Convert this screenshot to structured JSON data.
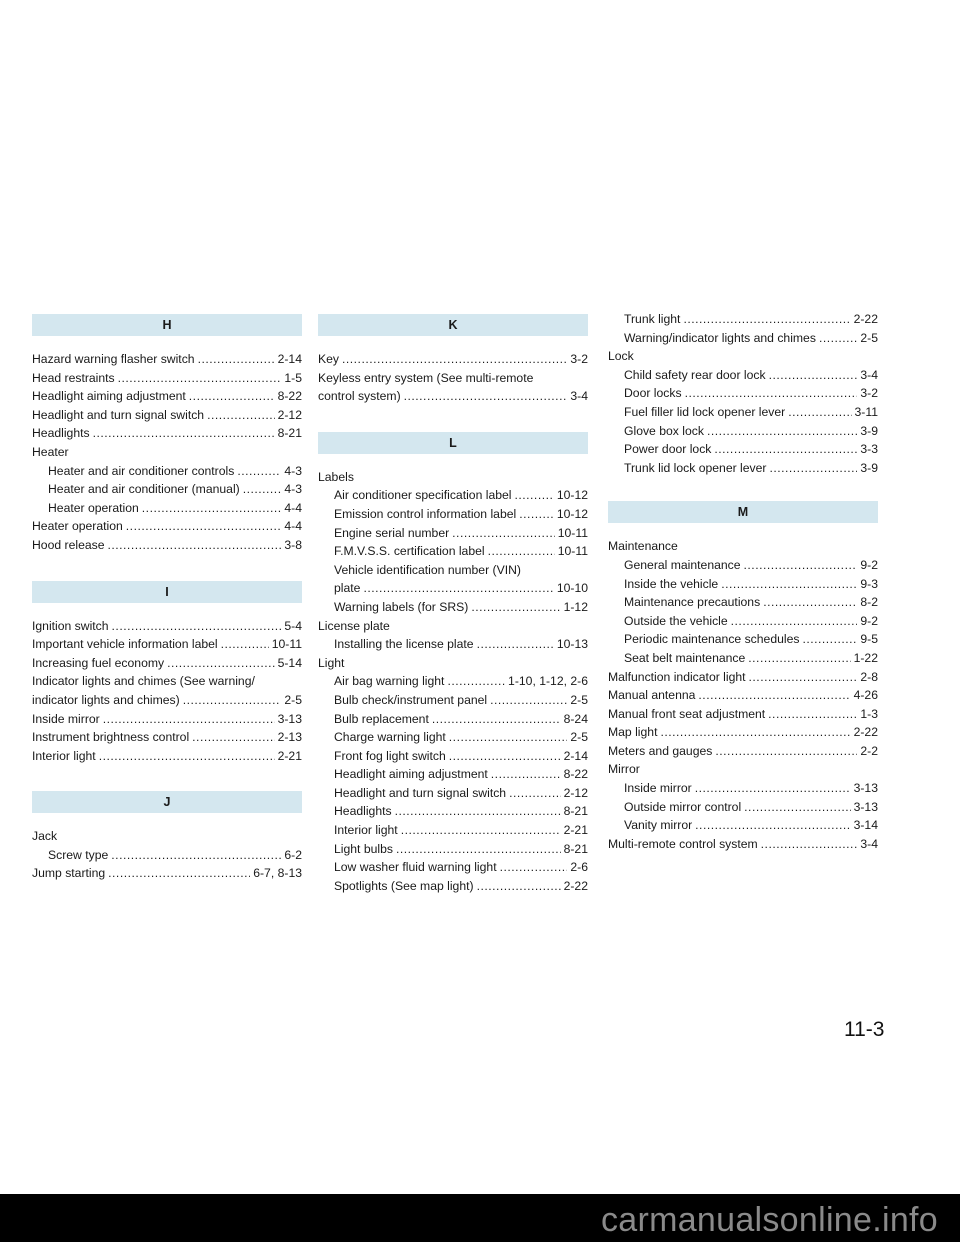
{
  "colors": {
    "band": "#d4e7ef",
    "watermark_bg": "#000000",
    "watermark_text": "#8a8a8a"
  },
  "sections": {
    "h": {
      "letter": "H",
      "e1": {
        "t": "Hazard warning flasher switch",
        "p": "2-14"
      },
      "e2": {
        "t": "Head restraints",
        "p": "1-5"
      },
      "e3": {
        "t": "Headlight aiming adjustment",
        "p": "8-22"
      },
      "e4": {
        "t": "Headlight and turn signal switch",
        "p": "2-12"
      },
      "e5": {
        "t": "Headlights",
        "p": "8-21"
      },
      "e6": {
        "t": "Heater"
      },
      "e7": {
        "t": "Heater and air conditioner controls",
        "p": "4-3"
      },
      "e8": {
        "t": "Heater and air conditioner (manual)",
        "p": "4-3"
      },
      "e9": {
        "t": "Heater operation",
        "p": "4-4"
      },
      "e10": {
        "t": "Heater operation",
        "p": "4-4"
      },
      "e11": {
        "t": "Hood release",
        "p": "3-8"
      }
    },
    "i": {
      "letter": "I",
      "e1": {
        "t": "Ignition switch",
        "p": "5-4"
      },
      "e2": {
        "t": "Important vehicle information label",
        "p": "10-11"
      },
      "e3": {
        "t": "Increasing fuel economy",
        "p": "5-14"
      },
      "e4a": "Indicator lights and chimes (See warning/",
      "e4": {
        "t": "indicator lights and chimes)",
        "p": "2-5"
      },
      "e5": {
        "t": "Inside mirror",
        "p": "3-13"
      },
      "e6": {
        "t": "Instrument brightness control",
        "p": "2-13"
      },
      "e7": {
        "t": "Interior light",
        "p": "2-21"
      }
    },
    "j": {
      "letter": "J",
      "e1": {
        "t": "Jack"
      },
      "e2": {
        "t": "Screw type",
        "p": "6-2"
      },
      "e3": {
        "t": "Jump starting",
        "p": "6-7, 8-13"
      }
    },
    "k": {
      "letter": "K",
      "e1": {
        "t": "Key",
        "p": "3-2"
      },
      "e2a": "Keyless entry system (See multi-remote",
      "e2": {
        "t": "control system)",
        "p": "3-4"
      }
    },
    "l": {
      "letter": "L",
      "e1": {
        "t": "Labels"
      },
      "e2": {
        "t": "Air conditioner specification label",
        "p": "10-12"
      },
      "e3": {
        "t": "Emission control information label",
        "p": "10-12"
      },
      "e4": {
        "t": "Engine serial number",
        "p": "10-11"
      },
      "e5": {
        "t": "F.M.V.S.S. certification label",
        "p": "10-11"
      },
      "e6a": "Vehicle identification number (VIN)",
      "e6": {
        "t": "plate",
        "p": "10-10"
      },
      "e7": {
        "t": "Warning labels (for SRS)",
        "p": "1-12"
      },
      "e8": {
        "t": "License plate"
      },
      "e9": {
        "t": "Installing the license plate",
        "p": "10-13"
      },
      "e10": {
        "t": "Light"
      },
      "e11": {
        "t": "Air bag warning light",
        "p": "1-10, 1-12, 2-6"
      },
      "e12": {
        "t": "Bulb check/instrument panel",
        "p": "2-5"
      },
      "e13": {
        "t": "Bulb replacement",
        "p": "8-24"
      },
      "e14": {
        "t": "Charge warning light",
        "p": "2-5"
      },
      "e15": {
        "t": "Front fog light switch",
        "p": "2-14"
      },
      "e16": {
        "t": "Headlight aiming adjustment",
        "p": "8-22"
      },
      "e17": {
        "t": "Headlight and turn signal switch",
        "p": "2-12"
      },
      "e18": {
        "t": "Headlights",
        "p": "8-21"
      },
      "e19": {
        "t": "Interior light",
        "p": "2-21"
      },
      "e20": {
        "t": "Light bulbs",
        "p": "8-21"
      },
      "e21": {
        "t": "Low washer fluid warning light",
        "p": "2-6"
      },
      "e22": {
        "t": "Spotlights (See map light)",
        "p": "2-22"
      },
      "e23": {
        "t": "Trunk light",
        "p": "2-22"
      },
      "e24": {
        "t": "Warning/indicator lights and chimes",
        "p": "2-5"
      },
      "e25": {
        "t": "Lock"
      },
      "e26": {
        "t": "Child safety rear door lock",
        "p": "3-4"
      },
      "e27": {
        "t": "Door locks",
        "p": "3-2"
      },
      "e28": {
        "t": "Fuel filler lid lock opener lever",
        "p": "3-11"
      },
      "e29": {
        "t": "Glove box lock",
        "p": "3-9"
      },
      "e30": {
        "t": "Power door lock",
        "p": "3-3"
      },
      "e31": {
        "t": "Trunk lid lock opener lever",
        "p": "3-9"
      }
    },
    "m": {
      "letter": "M",
      "e1": {
        "t": "Maintenance"
      },
      "e2": {
        "t": "General maintenance",
        "p": "9-2"
      },
      "e3": {
        "t": "Inside the vehicle",
        "p": "9-3"
      },
      "e4": {
        "t": "Maintenance precautions",
        "p": "8-2"
      },
      "e5": {
        "t": "Outside the vehicle",
        "p": "9-2"
      },
      "e6": {
        "t": "Periodic maintenance schedules",
        "p": "9-5"
      },
      "e7": {
        "t": "Seat belt maintenance",
        "p": "1-22"
      },
      "e8": {
        "t": "Malfunction indicator light",
        "p": "2-8"
      },
      "e9": {
        "t": "Manual antenna",
        "p": "4-26"
      },
      "e10": {
        "t": "Manual front seat adjustment",
        "p": "1-3"
      },
      "e11": {
        "t": "Map light",
        "p": "2-22"
      },
      "e12": {
        "t": "Meters and gauges",
        "p": "2-2"
      },
      "e13": {
        "t": "Mirror"
      },
      "e14": {
        "t": "Inside mirror",
        "p": "3-13"
      },
      "e15": {
        "t": "Outside mirror control",
        "p": "3-13"
      },
      "e16": {
        "t": "Vanity mirror",
        "p": "3-14"
      },
      "e17": {
        "t": "Multi-remote control system",
        "p": "3-4"
      }
    }
  },
  "page_number": "11-3",
  "watermark": "carmanualsonline.info"
}
